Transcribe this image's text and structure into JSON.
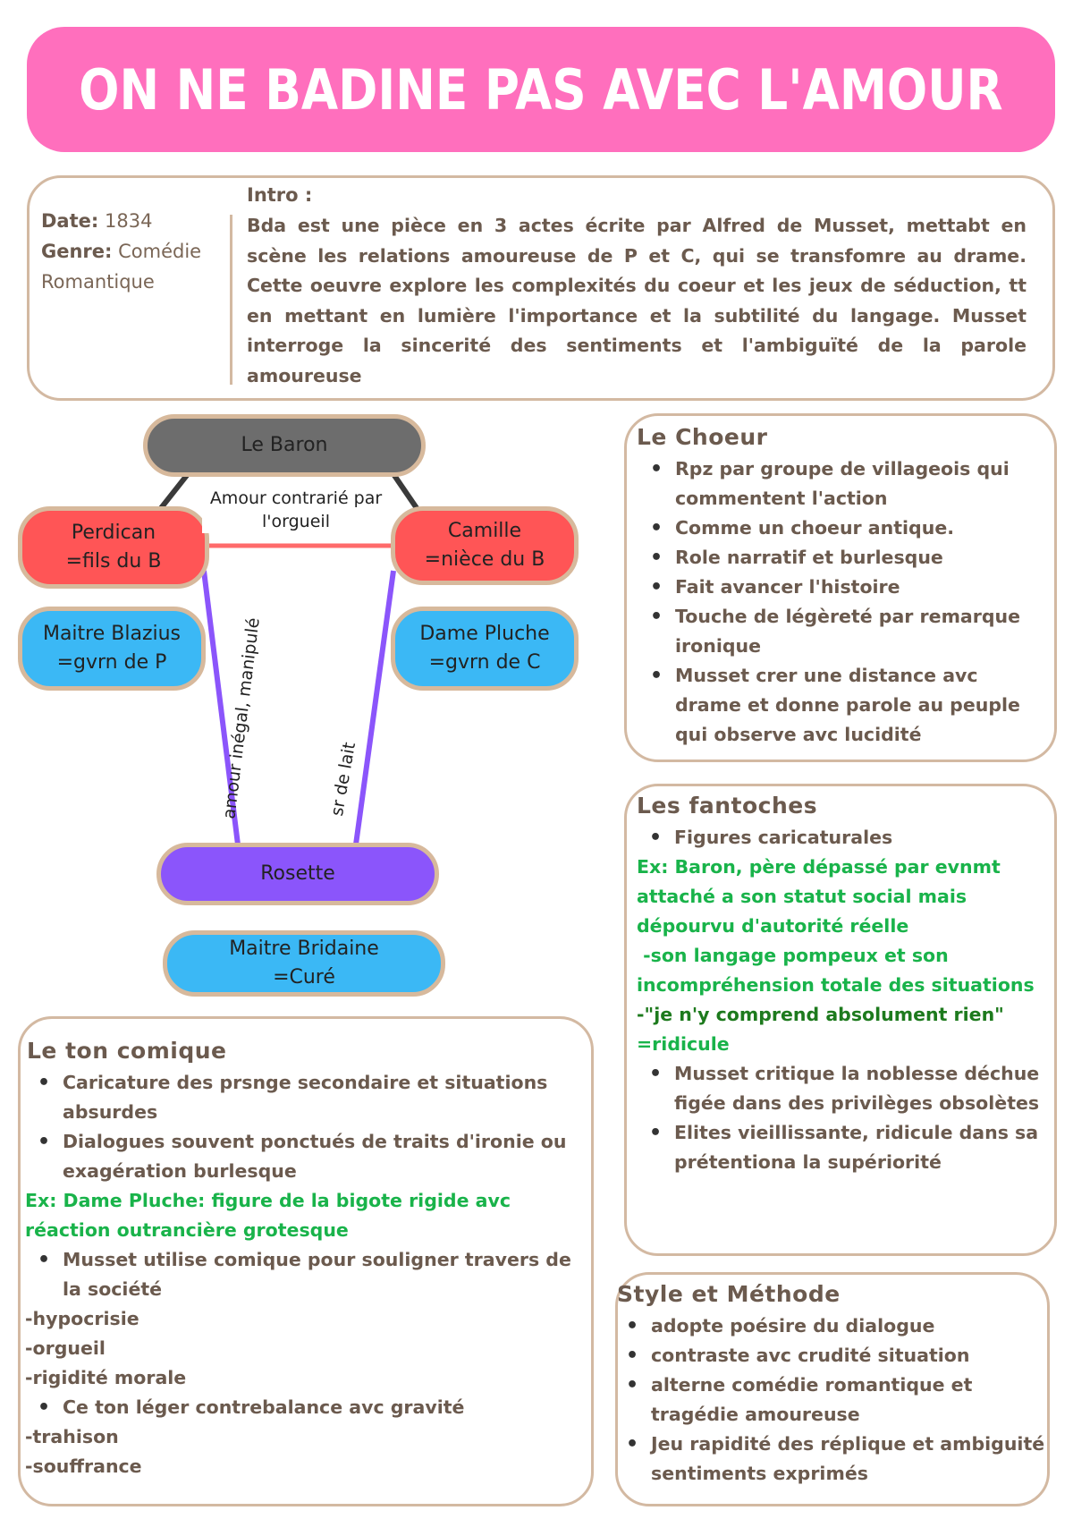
{
  "title": "ON NE BADINE PAS AVEC L'AMOUR",
  "info": {
    "date_label": "Date:",
    "date_value": "1834",
    "genre_label": "Genre:",
    "genre_value_1": "Comédie",
    "genre_value_2": "Romantique",
    "intro_label": "Intro :",
    "intro_text": "Bda est une pièce en 3 actes écrite par Alfred de Musset, mettabt en scène les relations amoureuse de P et C, qui se transfomre au drame. Cette oeuvre explore les complexités du coeur et les jeux de séduction, tt en mettant en lumière l'importance et la subtilité du langage. Musset interroge la sincerité des sentiments et l'ambiguïté de la parole amoureuse"
  },
  "diagram": {
    "baron": "Le Baron",
    "perdican": [
      "Perdican",
      "=fils du B"
    ],
    "camille": [
      "Camille",
      "=nièce du B"
    ],
    "blazius": [
      "Maitre Blazius",
      "=gvrn de P"
    ],
    "pluche": [
      "Dame Pluche",
      "=gvrn de C"
    ],
    "rosette": "Rosette",
    "bridaine": [
      "Maitre Bridaine",
      "=Curé"
    ],
    "label_top": [
      "Amour contrarié par",
      "l'orgueil"
    ],
    "label_left": "amour inégal, manipulé",
    "label_right": "sr de lait",
    "colors": {
      "gray": "#6d6d6d",
      "red": "#ff5556",
      "blue": "#3bb8f5",
      "purple": "#8b55fb"
    }
  },
  "choeur": {
    "title": "Le Choeur",
    "items": [
      "Rpz par groupe de villageois qui commentent l'action",
      "Comme un choeur antique.",
      "Role narratif et burlesque",
      "Fait avancer l'histoire",
      "Touche de légèreté par remarque ironique",
      "Musset crer une distance avc drame et donne parole au peuple qui observe avc lucidité"
    ]
  },
  "fantoches": {
    "title": "Les fantoches",
    "item1": "Figures caricaturales",
    "ex1": "Ex: Baron, père dépassé par evnmt attaché a son statut social mais dépourvu d'autorité réelle",
    "ex2": " -son langage pompeux et son incompréhension totale des situations",
    "quote": "-\"je n'y comprend absolument rien\"",
    "ridicule": "=ridicule",
    "items": [
      "Musset critique la noblesse déchue figée dans des privilèges obsolètes",
      "Elites vieillissante, ridicule dans sa prétentiona la supériorité"
    ]
  },
  "ton": {
    "title": "Le ton comique",
    "items1": [
      "Caricature des prsnge secondaire et situations absurdes",
      "Dialogues souvent ponctués de traits d'ironie ou exagération burlesque"
    ],
    "ex": "Ex: Dame Pluche: figure de la bigote rigide avc réaction outrancière grotesque",
    "items2": [
      "Musset utilise comique pour souligner travers de la société"
    ],
    "dash1": [
      "-hypocrisie",
      "-orgueil",
      "-rigidité morale"
    ],
    "items3": [
      "Ce ton léger contrebalance avc gravité"
    ],
    "dash2": [
      "-trahison",
      "-souffrance"
    ]
  },
  "style": {
    "title": "Style et Méthode",
    "items": [
      "adopte poésire du dialogue",
      "contraste avc crudité situation",
      "alterne comédie romantique et tragédie amoureuse",
      "Jeu rapidité des réplique et ambiguité sentiments exprimés"
    ]
  }
}
